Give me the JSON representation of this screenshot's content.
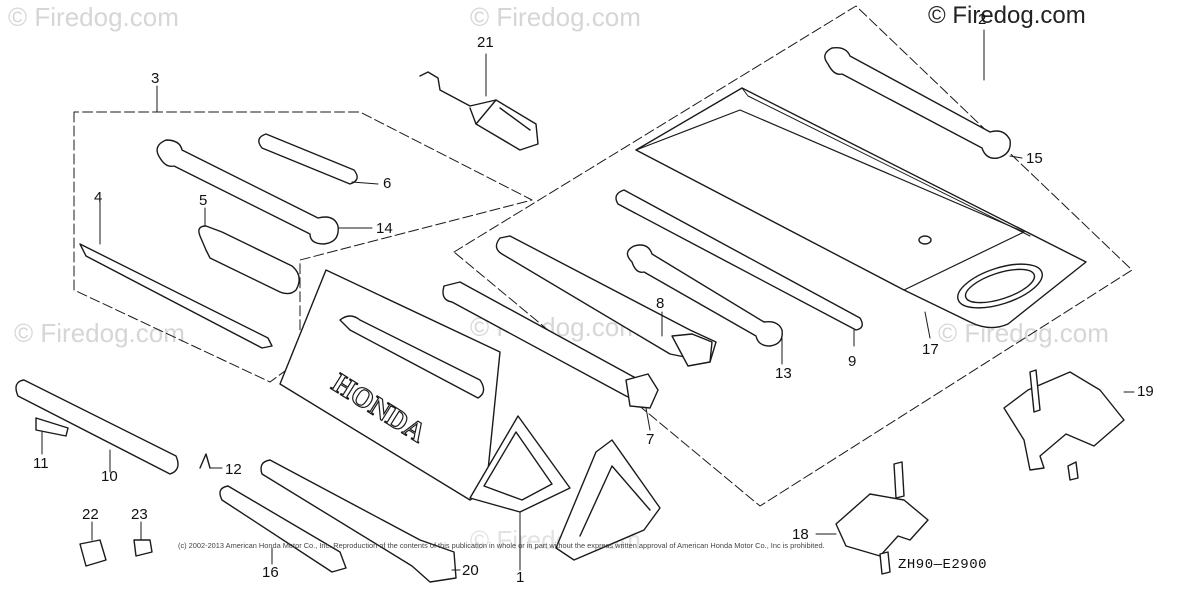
{
  "watermarks": [
    "© Firedog.com",
    "© Firedog.com",
    "© Firedog.com",
    "© Firedog.com",
    "© Firedog.com",
    "© Firedog.com"
  ],
  "brand_watermark": "© Firedog.com",
  "part_numbers": {
    "n1": "1",
    "n2": "2",
    "n3": "3",
    "n4": "4",
    "n5": "5",
    "n6": "6",
    "n7": "7",
    "n8": "8",
    "n9": "9",
    "n10": "10",
    "n11": "11",
    "n12": "12",
    "n13": "13",
    "n14": "14",
    "n15": "15",
    "n16": "16",
    "n17": "17",
    "n18": "18",
    "n19": "19",
    "n20": "20",
    "n21": "21",
    "n22": "22",
    "n23": "23"
  },
  "case_lettering": "HONDA",
  "copyright_notice": "(c) 2002-2013 American Honda Motor Co., Inc. Reproduction of the contents of this publication in whole or in part without the express written approval of American Honda Motor Co., Inc is prohibited.",
  "diagram_code": "ZH90—E2900",
  "colors": {
    "line": "#1a1a1a",
    "watermark": "#d6d6d6",
    "fill": "#ffffff"
  }
}
